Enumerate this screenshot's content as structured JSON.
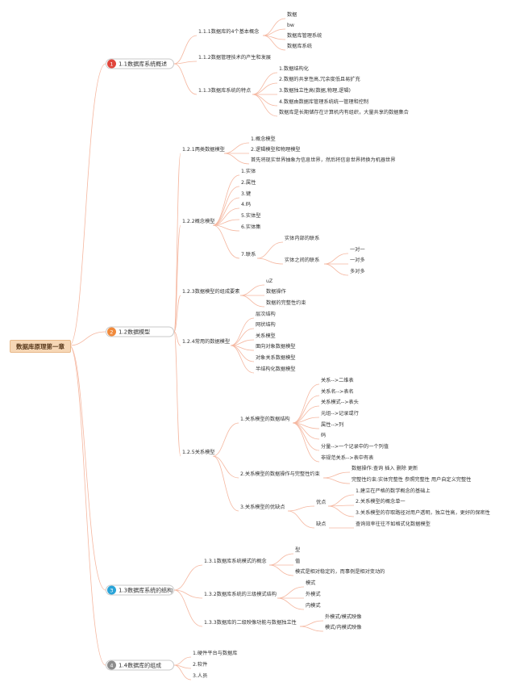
{
  "colors": {
    "line": "#f5b7a0",
    "badge_red": "#e0463c",
    "badge_orange": "#f08a3c",
    "badge_blue": "#2aa4d8",
    "badge_gray": "#8c8c8c",
    "root_fill": "#f6d7b6"
  },
  "root": "数据库原理第一章",
  "s1": {
    "num": "1",
    "title": "1.1数据库系统概述",
    "a": {
      "label": "1.1.1数据库的4个基本概念",
      "items": [
        "数据",
        "bw",
        "数据库管理系统",
        "数据库系统"
      ]
    },
    "b": "1.1.2数据管理技术的产生和发展",
    "c": {
      "label": "1.1.3数据库系统的特点",
      "items": [
        "1.数据结构化",
        "2.数据的共享性高,冗余度低且易扩充",
        "3.数据独立性高(数据,物理,逻辑)",
        "4.数据由数据库管理系统统一管理和控制",
        "数据库是长期储存在计算机内有组织，大量共享的数据集合"
      ]
    }
  },
  "s2": {
    "num": "2",
    "title": "1.2数据模型",
    "a": {
      "label": "1.2.1两类数据模型",
      "items": [
        "1.概念模型",
        "2.逻辑模型和物理模型",
        "首先将现实世界抽象为信息世界，然后将信息世界转换为机器世界"
      ]
    },
    "b": {
      "label": "1.2.2概念模型",
      "items": [
        "1.实体",
        "2.属性",
        "3.键",
        "4.码",
        "5.实体型",
        "6.实体集"
      ],
      "link": {
        "label": "7.联系",
        "inner": "实体内部的联系",
        "between": "实体之间的联系",
        "kinds": [
          "一对一",
          "一对多",
          "多对多"
        ]
      }
    },
    "c": {
      "label": "1.2.3数据模型的组成要素",
      "items": [
        "uZ",
        "数据操作",
        "数据的完整性约束"
      ]
    },
    "d": {
      "label": "1.2.4常用的数据模型",
      "items": [
        "层次结构",
        "网状结构",
        "关系模型",
        "面向对象数据模型",
        "对象关系数据模型",
        "半结构化数据模型"
      ]
    },
    "e": {
      "label": "1.2.5关系模型",
      "struct": {
        "label": "1.关系模型的数据结构",
        "items": [
          "关系-->二维表",
          "关系名-->表名",
          "关系模式-->表头",
          "元组-->记录或行",
          "属性-->列",
          "码",
          "分量-->一个记录中的一个列值",
          "非规范关系-->表中有表"
        ]
      },
      "ops": {
        "label": "2.关系模型的数据操作与完整性约束",
        "items": [
          "数据操作:查询 插入 删除 更新",
          "完整性约束:实体完整性 参照完整性 用户自定义完整性"
        ]
      },
      "pros": {
        "label": "3.关系模型的优缺点",
        "good": "优点",
        "good_items": [
          "1.建立在严格的数学概念的基础上",
          "2.关系模型的概念单一",
          "3.关系模型的存取路径对用户透明，独立性高，更好的保密性"
        ],
        "bad": "缺点",
        "bad_item": "查询效率往往不如格式化数据模型"
      }
    }
  },
  "s3": {
    "num": "3",
    "title": "1.3数据库系统的结构",
    "a": {
      "label": "1.3.1数据库系统模式的概念",
      "items": [
        "型",
        "值",
        "模式是相对稳定的，而事例是相对变动的"
      ]
    },
    "b": {
      "label": "1.3.2数据库系统的三级模式结构",
      "items": [
        "模式",
        "外模式",
        "内模式"
      ]
    },
    "c": {
      "label": "1.3.3数据库的二级映像功能与数据独立性",
      "items": [
        "外模式/模式映像",
        "模式/内模式映像"
      ]
    }
  },
  "s4": {
    "num": "4",
    "title": "1.4数据库的组成",
    "items": [
      "1.硬件平台与数据库",
      "2.软件",
      "3.人员"
    ]
  }
}
